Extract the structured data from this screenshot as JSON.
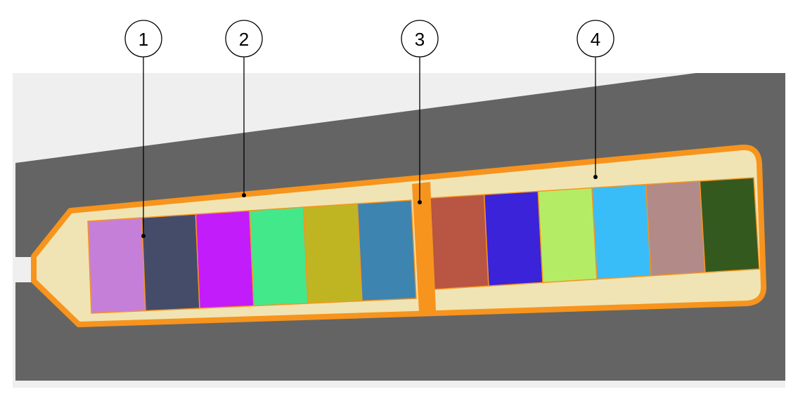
{
  "callouts": [
    {
      "label": "1",
      "target": "cell"
    },
    {
      "label": "2",
      "target": "left-compartment"
    },
    {
      "label": "3",
      "target": "divider"
    },
    {
      "label": "4",
      "target": "right-compartment"
    }
  ],
  "colors": {
    "background": "#efefef",
    "ground": "#646464",
    "outline": "#f7941d",
    "fill": "#f0e4b4",
    "left_cells": [
      "#c67fd8",
      "#454c69",
      "#c31cfb",
      "#43e88b",
      "#bfb523",
      "#3d84b0"
    ],
    "right_cells": [
      "#b95543",
      "#3a23d8",
      "#b5ec66",
      "#38bdf8",
      "#b28a88",
      "#33591f"
    ]
  }
}
